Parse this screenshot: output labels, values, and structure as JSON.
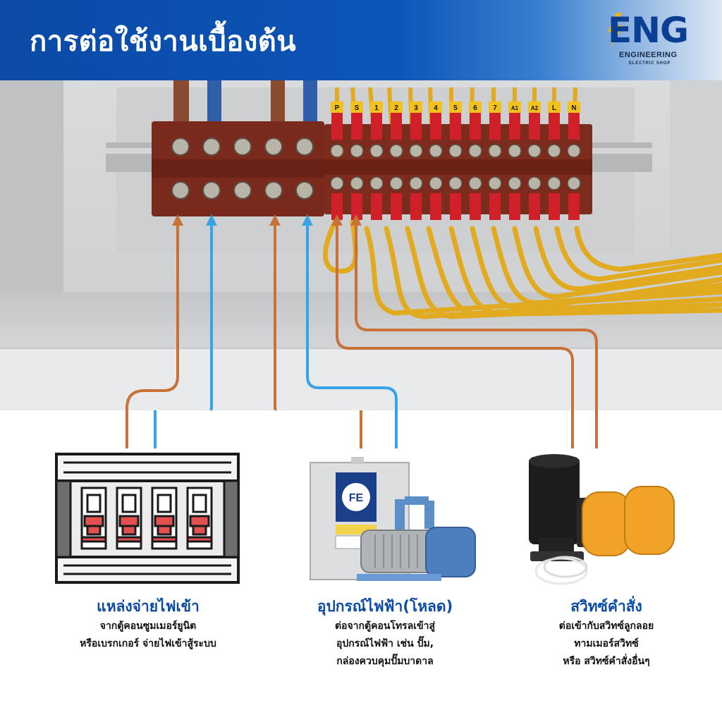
{
  "header": {
    "title": "การต่อใช้งานเบื้องต้น",
    "logo": {
      "mark": "ENG",
      "line1": "ENGINEERING",
      "line2": "ELECTRIC SHOP"
    }
  },
  "colors": {
    "header_blue": "#0b4aa6",
    "arrow_orange": "#c8723a",
    "arrow_blue": "#3aa3e6",
    "terminal_brown": "#7a2a1c",
    "wire_yellow": "#e8b020",
    "sleeve_red": "#d0202a"
  },
  "terminal_labels": [
    "P",
    "S",
    "1",
    "2",
    "3",
    "4",
    "5",
    "6",
    "7",
    "A1",
    "A2",
    "L",
    "N"
  ],
  "sections": [
    {
      "title": "แหล่งจ่ายไฟเข้า",
      "lines": [
        "จากตู้คอนซูมเมอร์ยูนิต",
        "หรือเบรกเกอร์ จ่ายไฟเข้าสู้ระบบ"
      ],
      "icon": "breaker-panel-icon"
    },
    {
      "title": "อุปกรณ์ไฟฟ้า(โหลด)",
      "lines": [
        "ต่อจากตู้คอนโทรลเข้าสู่",
        "อุปกรณ์ไฟฟ้า เช่น ปั๊ม,",
        "กล่องควบคุมปั๊มบาดาล"
      ],
      "icon": "pump-control-box-icon"
    },
    {
      "title": "สวิทซ์คำสั่ง",
      "lines": [
        "ต่อเข้ากับสวิทซ์ลูกลอย",
        "ทามเมอร์สวิทซ์",
        "หรือ สวิทซ์คำสั่งอื่นๆ"
      ],
      "icon": "float-switch-icon"
    }
  ]
}
